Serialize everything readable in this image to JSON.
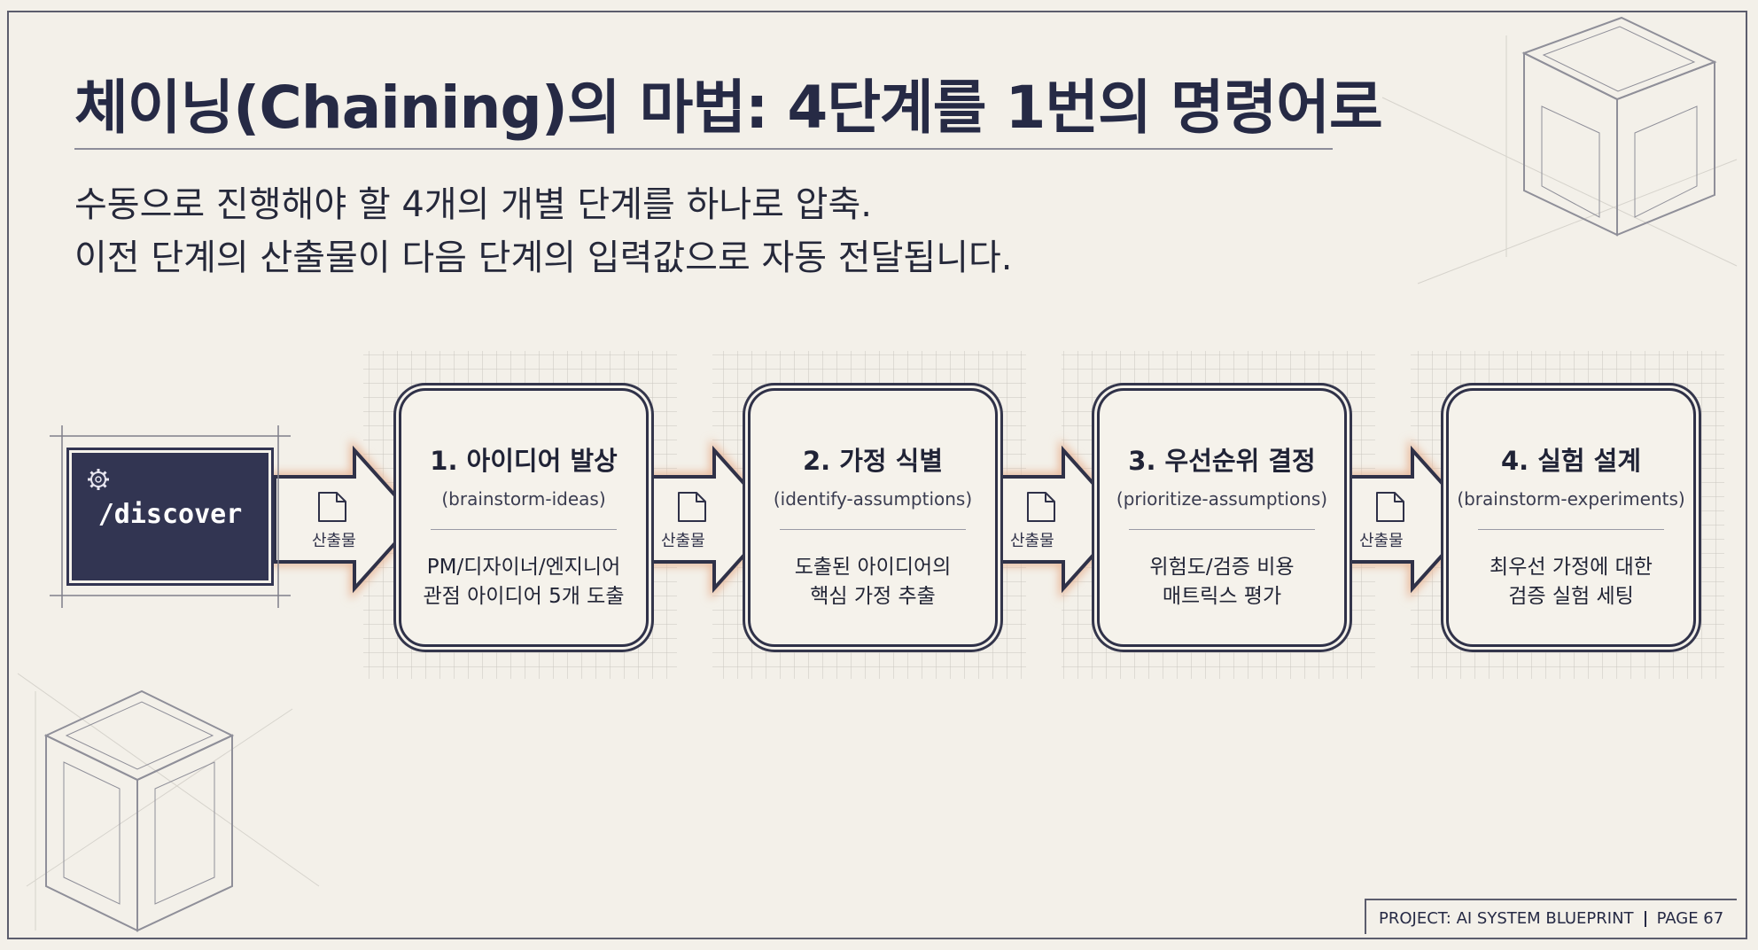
{
  "title": "체이닝(Chaining)의 마법: 4단계를 1번의 명령어로",
  "subtitle_lines": [
    "수동으로 진행해야 할 4개의 개별 단계를 하나로 압축.",
    "이전 단계의 산출물이 다음 단계의 입력값으로 자동 전달됩니다."
  ],
  "command": "/discover",
  "output_label": "산출물",
  "steps": [
    {
      "title": "1. 아이디어 발상",
      "command": "(brainstorm-ideas)",
      "desc_lines": [
        "PM/디자이너/엔지니어",
        "관점 아이디어 5개 도출"
      ]
    },
    {
      "title": "2. 가정 식별",
      "command": "(identify-assumptions)",
      "desc_lines": [
        "도출된 아이디어의",
        "핵심 가정 추출"
      ]
    },
    {
      "title": "3. 우선순위 결정",
      "command": "(prioritize-assumptions)",
      "desc_lines": [
        "위험도/검증 비용",
        "매트릭스 평가"
      ]
    },
    {
      "title": "4. 실험 설계",
      "command": "(brainstorm-experiments)",
      "desc_lines": [
        "최우선 가정에 대한",
        "검증 실험 세팅"
      ]
    }
  ],
  "footer": {
    "project": "PROJECT: AI SYSTEM BLUEPRINT",
    "page": "PAGE 67"
  },
  "colors": {
    "background": "#f3f0e9",
    "ink": "#2a2d44",
    "command_box": "#323552",
    "arrow_glow": "#e8b89a"
  }
}
